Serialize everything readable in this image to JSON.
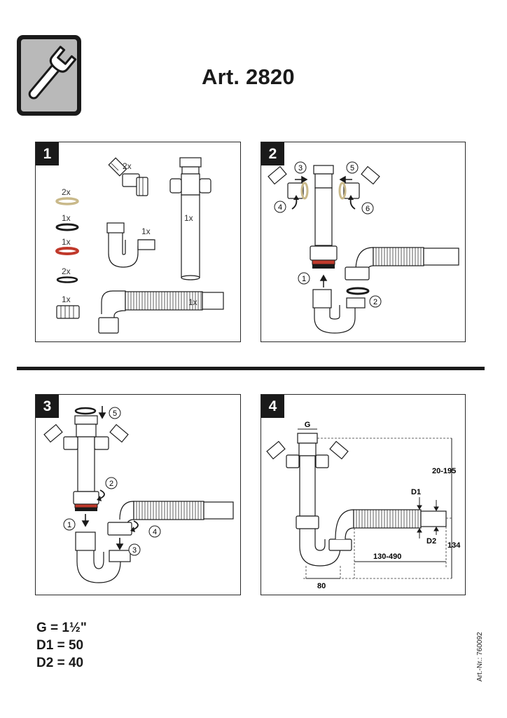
{
  "header": {
    "title": "Art. 2820",
    "icon": "wrench-icon"
  },
  "panels": [
    {
      "number": "1",
      "parts": [
        {
          "qty": "2x",
          "label": "elbow-connector"
        },
        {
          "qty": "1x",
          "label": "trap-bend"
        },
        {
          "qty": "1x",
          "label": "main-pipe"
        },
        {
          "qty": "1x",
          "label": "flex-hose"
        },
        {
          "qty": "2x",
          "label": "beige-gasket"
        },
        {
          "qty": "1x",
          "label": "black-gasket"
        },
        {
          "qty": "1x",
          "label": "red-gasket"
        },
        {
          "qty": "2x",
          "label": "small-black-gasket"
        },
        {
          "qty": "1x",
          "label": "nut"
        }
      ]
    },
    {
      "number": "2",
      "steps": [
        "1",
        "2",
        "3",
        "4",
        "5",
        "6"
      ]
    },
    {
      "number": "3",
      "steps": [
        "1",
        "2",
        "3",
        "4",
        "5"
      ]
    },
    {
      "number": "4",
      "dimensions": {
        "g": "G",
        "d1": "D1",
        "d2": "D2",
        "height_range": "20-195",
        "drop": "134",
        "reach": "130-490",
        "offset": "80"
      }
    }
  ],
  "legend": [
    "G = 1½\"",
    "D1 = 50",
    "D2 = 40"
  ],
  "article_number": "Art.-Nr.: 760092",
  "colors": {
    "red_gasket": "#c0392b",
    "beige_gasket": "#c9b98a",
    "ink": "#1a1a1a",
    "icon_bg": "#b9b9b9"
  }
}
